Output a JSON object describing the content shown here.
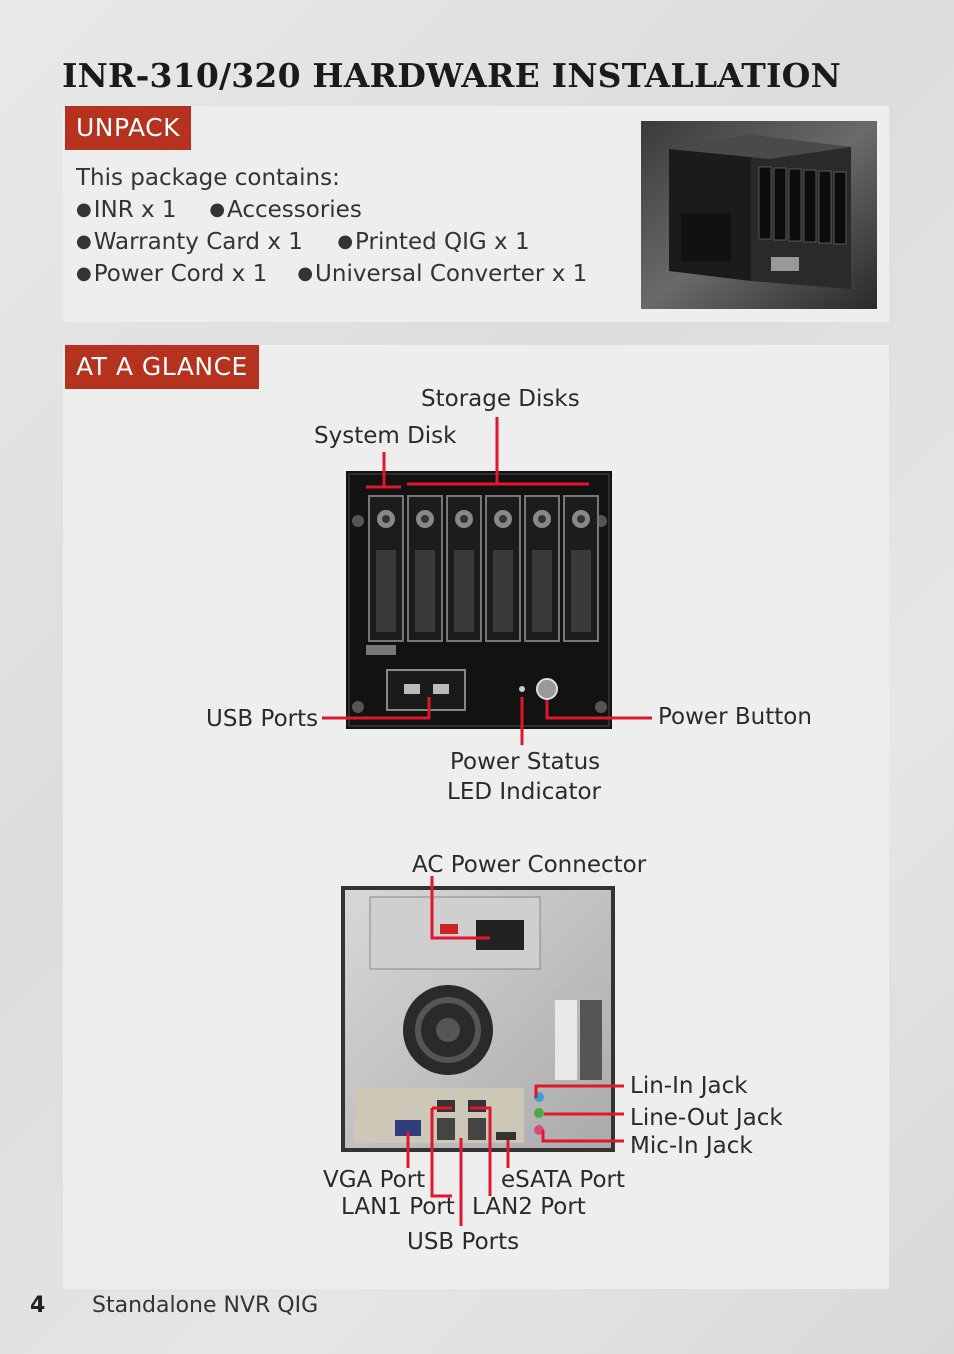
{
  "page_title": "INR-310/320 HARDWARE INSTALLATION",
  "unpack": {
    "tag": "UNPACK",
    "intro": "This package contains:",
    "rows": [
      [
        "INR x 1",
        "Accessories"
      ],
      [
        "Warranty  Card x 1",
        "Printed QIG x 1"
      ],
      [
        "Power Cord x 1",
        "Universal Converter x 1"
      ]
    ]
  },
  "glance": {
    "tag": "AT A GLANCE",
    "front_labels": {
      "storage_disks": "Storage Disks",
      "system_disk": "System Disk",
      "usb_ports": "USB Ports",
      "power_button": "Power Button",
      "power_status_1": "Power Status",
      "power_status_2": "LED Indicator"
    },
    "rear_labels": {
      "ac_power": "AC Power Connector",
      "line_in": "Lin-In Jack",
      "line_out": "Line-Out Jack",
      "mic_in": "Mic-In Jack",
      "vga": "VGA Port",
      "esata": "eSATA Port",
      "lan1": "LAN1 Port",
      "lan2": "LAN2 Port",
      "usb_ports": "USB Ports"
    }
  },
  "footer": {
    "page_number": "4",
    "doc_title": "Standalone NVR QIG"
  },
  "colors": {
    "accent": "#b5321e",
    "callout": "#e0172e"
  }
}
